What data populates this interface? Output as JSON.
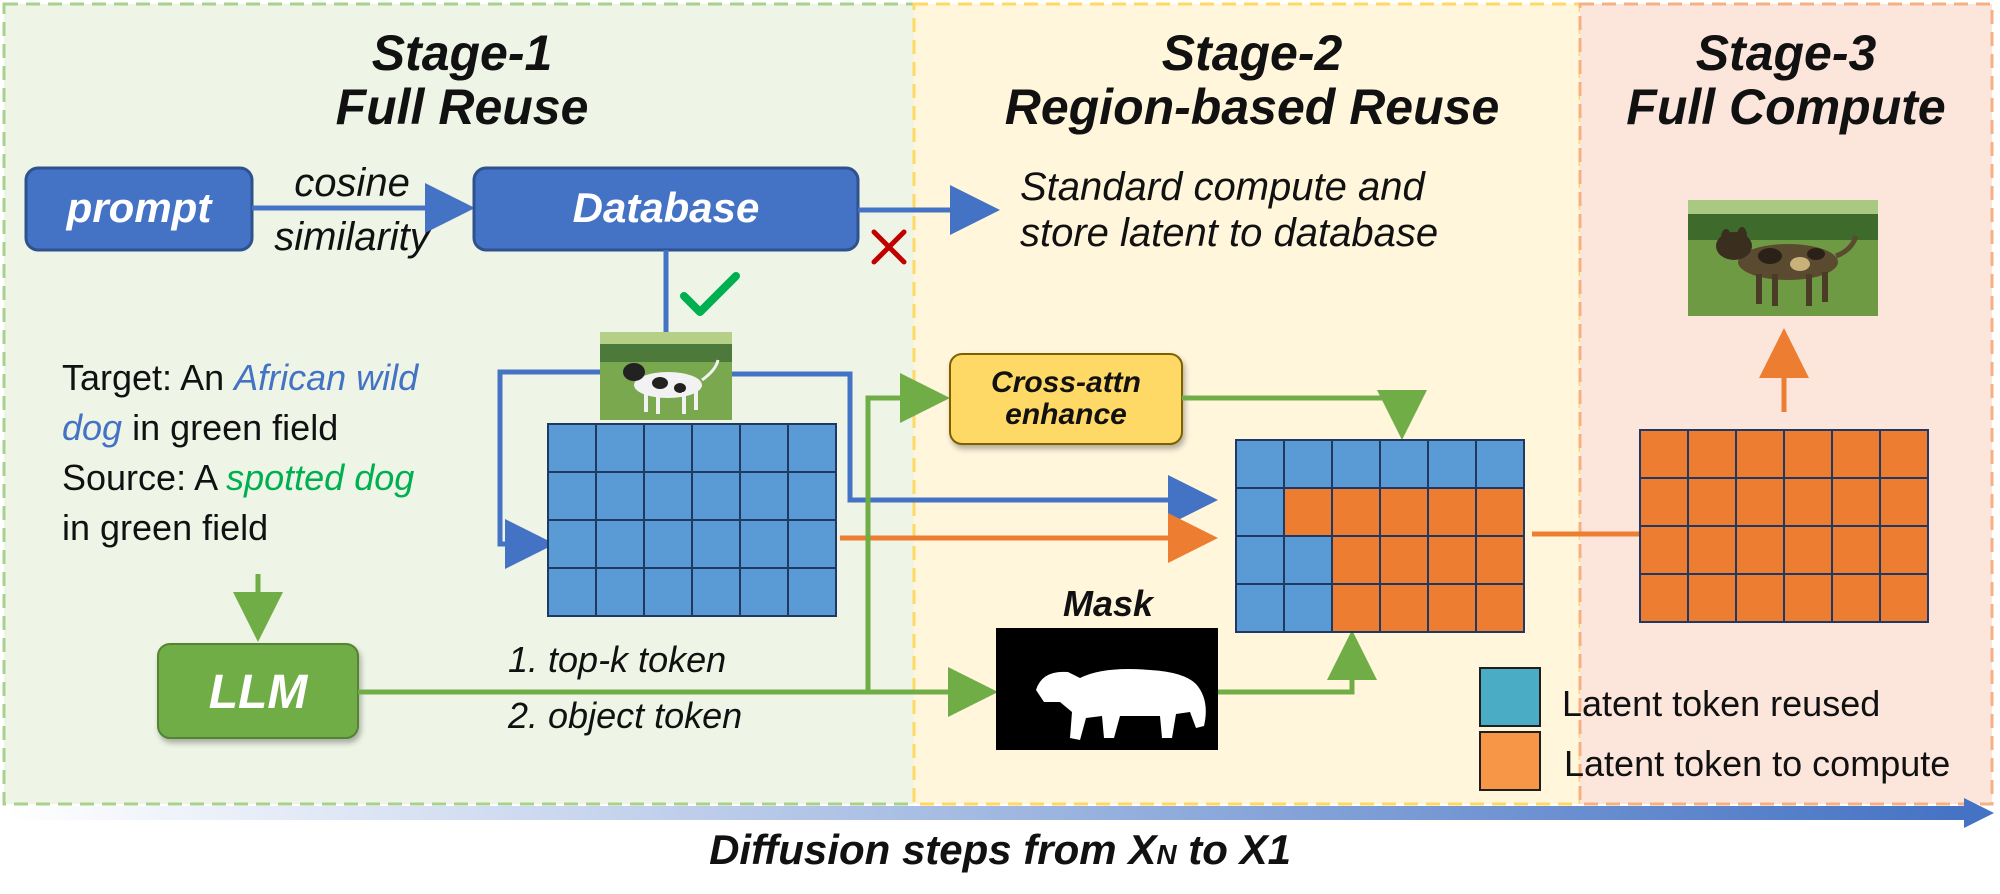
{
  "stages": [
    {
      "title_line1": "Stage-1",
      "title_line2": "Full Reuse"
    },
    {
      "title_line1": "Stage-2",
      "title_line2": "Region-based Reuse"
    },
    {
      "title_line1": "Stage-3",
      "title_line2": "Full Compute"
    }
  ],
  "boxes": {
    "prompt": "prompt",
    "database": "Database",
    "llm": "LLM",
    "cross_attn_line1": "Cross-attn",
    "cross_attn_line2": "enhance"
  },
  "edges": {
    "cosine_line1": "cosine",
    "cosine_line2": "similarity",
    "standard_line1": "Standard compute and",
    "standard_line2": "store latent to database",
    "top_k": "1. top-k token",
    "object_token": "2. object token"
  },
  "prompt_text": {
    "target_prefix": "Target: An ",
    "target_highlight_1": "African wild",
    "target_highlight_2": "dog",
    "target_suffix": " in green field",
    "source_prefix": "Source: A ",
    "source_highlight": "spotted dog",
    "source_suffix": "in green field"
  },
  "mask_label": "Mask",
  "legend": [
    {
      "label": "Latent token reused",
      "color": "#4bacc6"
    },
    {
      "label": "Latent token to compute",
      "color": "#f79646"
    }
  ],
  "footer": {
    "prefix": "Diffusion steps from ",
    "x_n_main": "X",
    "x_n_sub": "N",
    "middle": " to ",
    "x_1": "X1"
  },
  "icons": [
    "check-icon",
    "cross-icon",
    "dog-image-icon",
    "wild-dog-image-icon",
    "mask-image-icon"
  ],
  "colors": {
    "stage1_bg": "#eef5e6",
    "stage2_bg": "#fff6dc",
    "stage3_bg": "#fce6dc",
    "blue_box": "#4472c4",
    "green_box": "#70ad47",
    "yellow_box": "#ffd966",
    "token_blue": "#5b9bd5",
    "token_orange": "#ed7d31",
    "arrow_blue": "#4472c4",
    "arrow_green": "#70ad47",
    "arrow_orange": "#ed7d31",
    "cross_red": "#c00000",
    "check_green": "#00b050",
    "highlight_blue": "#4472c4",
    "highlight_green": "#00b050"
  }
}
